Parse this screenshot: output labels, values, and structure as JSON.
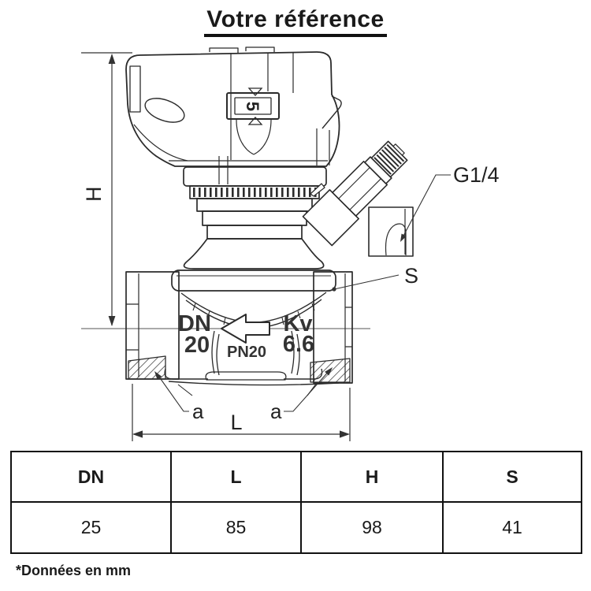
{
  "title": "Votre référence",
  "diagram": {
    "display_value": "5",
    "height_label": "H",
    "length_label": "L",
    "port_label": "G1/4",
    "wrench_label": "S",
    "thread_label_left": "a",
    "thread_label_right": "a",
    "body_markings": {
      "dn_label": "DN",
      "dn_value": "20",
      "pn": "PN20",
      "kv_label": "Kv",
      "kv_value": "6.6"
    }
  },
  "table": {
    "headers": [
      "DN",
      "L",
      "H",
      "S"
    ],
    "values": [
      "25",
      "85",
      "98",
      "41"
    ]
  },
  "footnote": "*Données en mm",
  "colors": {
    "ink": "#2b2b2b",
    "background": "#ffffff"
  }
}
